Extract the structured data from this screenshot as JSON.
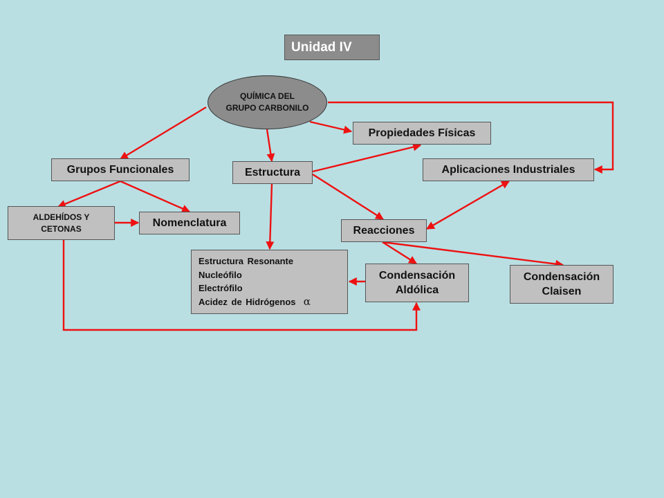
{
  "title": "Unidad IV",
  "center": {
    "line1": "QUÍMICA DEL",
    "line2": "GRUPO CARBONILO"
  },
  "nodes": {
    "propiedades": "Propiedades Físicas",
    "grupos": "Grupos Funcionales",
    "estructura": "Estructura",
    "aplicaciones": "Aplicaciones Industriales",
    "aldehidos": {
      "line1": "ALDEHÍDOS Y",
      "line2": "CETONAS"
    },
    "nomenclatura": "Nomenclatura",
    "reacciones": "Reacciones",
    "aldolica": {
      "line1": "Condensación",
      "line2": "Aldólica"
    },
    "claisen": {
      "line1": "Condensación",
      "line2": "Claisen"
    }
  },
  "estructura_details": [
    "Estructura Resonante",
    "Nucleófilo",
    "Electrófilo",
    "Acidez de Hidrógenos",
    "α"
  ],
  "colors": {
    "background": "#b9dfe3",
    "box": "#c0c0c0",
    "accent": "#8c8c8c",
    "arrow": "#ee1111"
  }
}
